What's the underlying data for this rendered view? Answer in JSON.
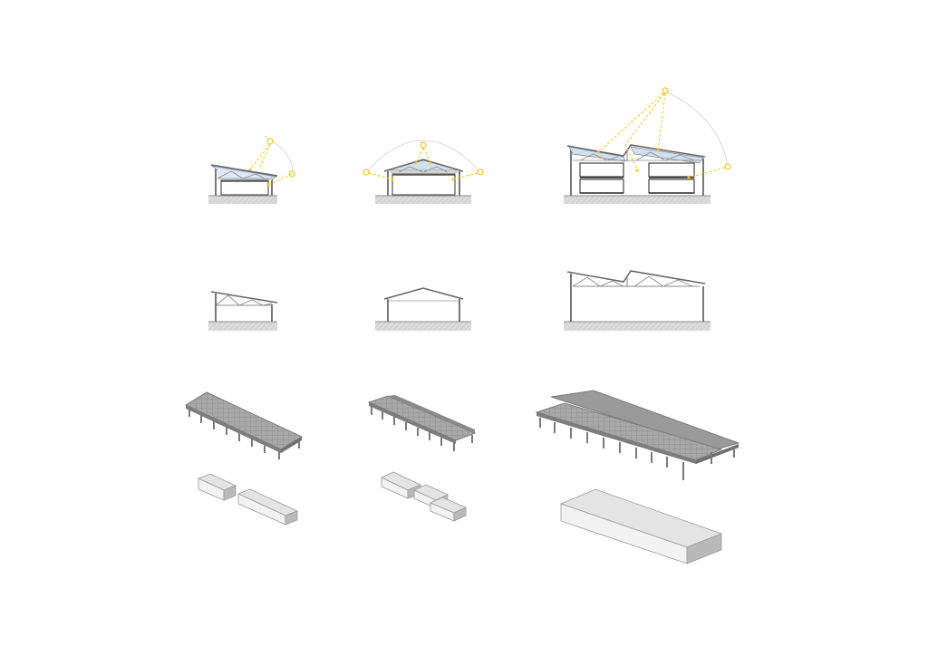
{
  "diagram": {
    "rows": [
      "sun-path-sections",
      "structural-sections",
      "roof-axonometrics",
      "massing-volumes"
    ],
    "columns": [
      "mono-pitch-shed",
      "gable-hall",
      "double-sawtooth-hall"
    ],
    "colors": {
      "ground": "#d8d8d8",
      "ground_hatch": "#bdbdbd",
      "structure": "#8c8c8c",
      "structure_dark": "#555555",
      "glazing": "#cfe0f2",
      "sun": "#f5c518",
      "sun_arc": "#c8c8c8",
      "roof_top": "#9a9a9a",
      "roof_side": "#7d7d7d",
      "mass_top": "#e4e4e4",
      "mass_front": "#f2f2f2",
      "mass_side": "#b9b9b9"
    }
  }
}
